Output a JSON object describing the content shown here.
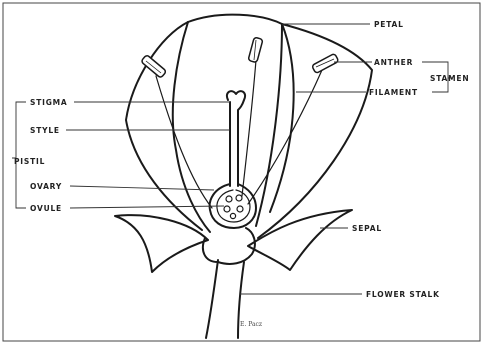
{
  "labels": {
    "petal": "PETAL",
    "anther": "ANTHER",
    "stamen": "STAMEN",
    "filament": "FILAMENT",
    "stigma": "STIGMA",
    "style": "STYLE",
    "pistil": "PISTIL",
    "ovary": "OVARY",
    "ovule": "OVULE",
    "sepal": "SEPAL",
    "flower_stalk": "FLOWER STALK"
  },
  "signature": "E. Pacz"
}
